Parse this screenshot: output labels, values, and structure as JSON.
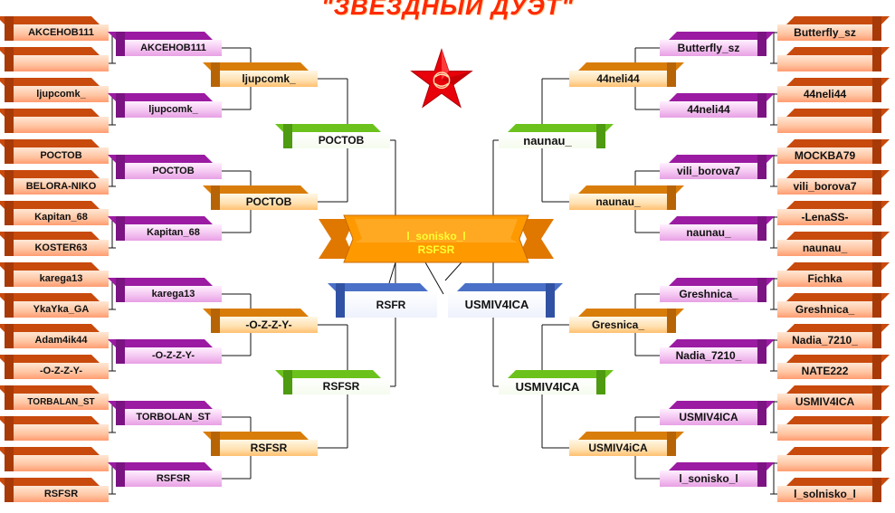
{
  "title": "\"ЗВЁЗДНЫЙ ДУЭТ\"",
  "colors": {
    "round1": "#ff9c70",
    "round2": "#e7a0e4",
    "round3": "#ffc070",
    "semis": "#6cc21c",
    "finals": "#4a70c8",
    "banner": "#ff9900",
    "title": "#ff2a00"
  },
  "icons": {
    "logo": "red-star-icon"
  },
  "left": {
    "r1": [
      "AKCEHOB111",
      "",
      "ljupcomk_",
      "",
      "РОСТОВ",
      "BELORA-NIKO",
      "Kapitan_68",
      "KOSTER63",
      "karega13",
      "YkaYka_GA",
      "Adam4ik44",
      "-O-Z-Z-Y-",
      "TORBALAN_ST",
      "",
      "",
      "RSFSR"
    ],
    "r2": [
      "AKCEHOB111",
      "ljupcomk_",
      "РОСТОВ",
      "Kapitan_68",
      "karega13",
      "-O-Z-Z-Y-",
      "TORBOLAN_ST",
      "RSFSR"
    ],
    "r3": [
      "ljupcomk_",
      "РОСТОВ",
      "-O-Z-Z-Y-",
      "RSFSR"
    ],
    "semi": [
      "РОСТОВ",
      "RSFSR"
    ],
    "final": "RSFR"
  },
  "right": {
    "r1": [
      "Butterfly_sz",
      "",
      "44neli44",
      "",
      "MOCKBA79",
      "vili_borova7",
      "-LenaSS-",
      "naunau_",
      "Fichka",
      "Greshnica_",
      "Nadia_7210_",
      "NATE222",
      "USMIV4ICA",
      "",
      "",
      "l_solnisko_l"
    ],
    "r2": [
      "Butterfly_sz",
      "44neli44",
      "vili_borova7",
      "naunau_",
      "Greshnica_",
      "Nadia_7210_",
      "USMIV4ICA",
      "l_sonisko_l"
    ],
    "r3": [
      "44neli44",
      "naunau_",
      "Gresnica_",
      "USMIV4iCA"
    ],
    "semi": [
      "naunau_",
      "USMIV4ICA"
    ],
    "final": "USMIV4ICA"
  },
  "champion": [
    "l_sonisko_l",
    "RSFSR"
  ]
}
